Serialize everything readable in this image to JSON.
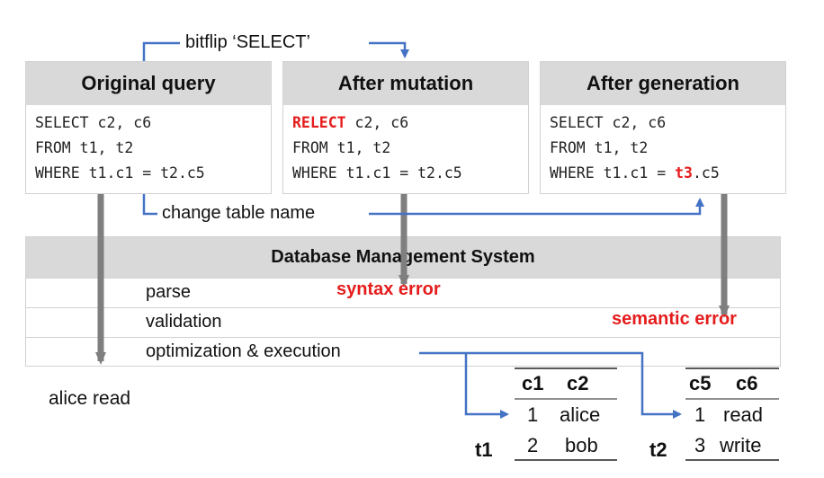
{
  "queries": [
    {
      "title": "Original query",
      "lines": [
        {
          "parts": [
            {
              "text": "SELECT c2, c6",
              "red": false
            }
          ]
        },
        {
          "parts": [
            {
              "text": "FROM t1, t2",
              "red": false
            }
          ]
        },
        {
          "parts": [
            {
              "text": "WHERE t1.c1 = t2.c5",
              "red": false
            }
          ]
        }
      ]
    },
    {
      "title": "After mutation",
      "lines": [
        {
          "parts": [
            {
              "text": "RELECT",
              "red": true
            },
            {
              "text": " c2, c6",
              "red": false
            }
          ]
        },
        {
          "parts": [
            {
              "text": "FROM t1, t2",
              "red": false
            }
          ]
        },
        {
          "parts": [
            {
              "text": "WHERE t1.c1 = t2.c5",
              "red": false
            }
          ]
        }
      ]
    },
    {
      "title": "After generation",
      "lines": [
        {
          "parts": [
            {
              "text": "SELECT c2, c6",
              "red": false
            }
          ]
        },
        {
          "parts": [
            {
              "text": "FROM t1, t2",
              "red": false
            }
          ]
        },
        {
          "parts": [
            {
              "text": "WHERE t1.c1 = ",
              "red": false
            },
            {
              "text": "t3",
              "red": true
            },
            {
              "text": ".c5",
              "red": false
            }
          ]
        }
      ]
    }
  ],
  "arrows": {
    "bitflip": "bitflip ‘SELECT’",
    "change_table": "change table name"
  },
  "dbms": {
    "title": "Database Management System",
    "stages": [
      "parse",
      "validation",
      "optimization & execution"
    ]
  },
  "errors": {
    "syntax": "syntax error",
    "semantic": "semantic error"
  },
  "result": "alice read",
  "tables": [
    {
      "name": "t1",
      "headers": [
        "c1",
        "c2"
      ],
      "rows": [
        [
          "1",
          "alice"
        ],
        [
          "2",
          "bob"
        ]
      ]
    },
    {
      "name": "t2",
      "headers": [
        "c5",
        "c6"
      ],
      "rows": [
        [
          "1",
          "read"
        ],
        [
          "3",
          "write"
        ]
      ]
    }
  ],
  "colors": {
    "arrow_blue": "#4472c4",
    "arrow_gray": "#7f7f7f",
    "error_red": "#e51c1c",
    "header_gray": "#d9d9d9"
  }
}
